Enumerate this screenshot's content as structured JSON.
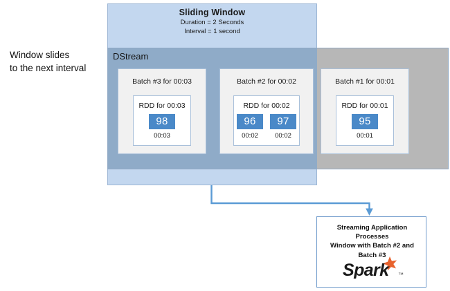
{
  "caption": {
    "text": "Window slides\nto the next interval"
  },
  "sliding_window": {
    "title": "Sliding Window",
    "duration": "Duration = 2 Seconds",
    "interval": "Interval = 1 second"
  },
  "dstream": {
    "label": "DStream"
  },
  "batches": [
    {
      "id": "batch-3",
      "title": "Batch #3 for 00:03",
      "rdd_title": "RDD for 00:03",
      "cells": [
        {
          "value": "98",
          "timestamp": "00:03"
        }
      ]
    },
    {
      "id": "batch-2",
      "title": "Batch #2 for 00:02",
      "rdd_title": "RDD for 00:02",
      "cells": [
        {
          "value": "96",
          "timestamp": "00:02"
        },
        {
          "value": "97",
          "timestamp": "00:02"
        }
      ]
    },
    {
      "id": "batch-1",
      "title": "Batch #1 for 00:01",
      "rdd_title": "RDD for 00:01",
      "cells": [
        {
          "value": "95",
          "timestamp": "00:01"
        }
      ]
    }
  ],
  "output": {
    "text": "Streaming Application\nProcesses\nWindow with Batch #2 and\nBatch #3",
    "logo_wordmark": "Spark",
    "logo_trademark": "™"
  },
  "colors": {
    "window_fill": "#c3d7ef",
    "window_stroke": "#9cb6d4",
    "dstream_fill": "#b7b7b7",
    "overlap_fill": "#8fabc8",
    "batch_fill": "#f1f1f1",
    "batch_stroke": "#a9c0da",
    "cell_fill": "#4a89c8",
    "cell_text": "#ffffff",
    "connector": "#5b9bd5",
    "spark_star": "#e8622d",
    "spark_word": "#1a1a1a",
    "output_stroke": "#6f9bcb"
  }
}
